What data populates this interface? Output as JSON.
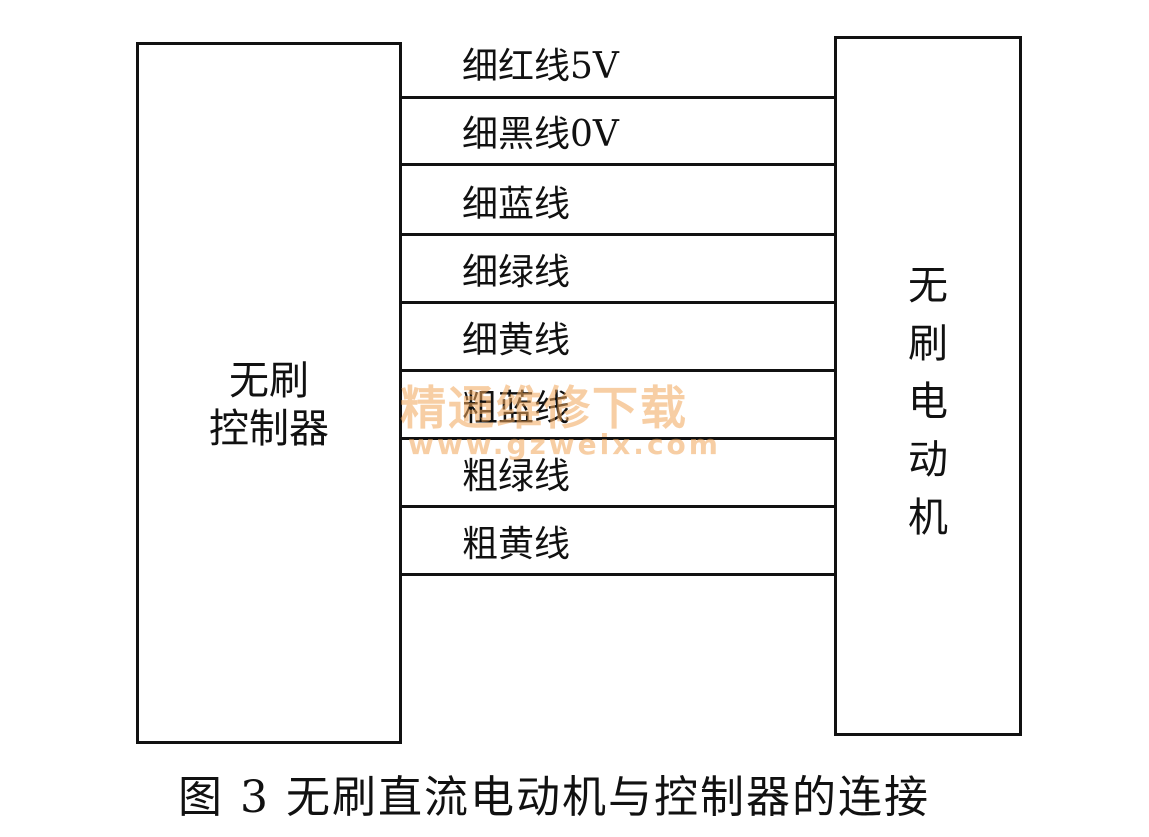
{
  "controller": {
    "label_line1": "无刷",
    "label_line2": "控制器"
  },
  "motor": {
    "label_chars": [
      "无",
      "刷",
      "电",
      "动",
      "机"
    ]
  },
  "wires": [
    {
      "label": "细红线5V"
    },
    {
      "label": "细黑线0V"
    },
    {
      "label": "细蓝线"
    },
    {
      "label": "细绿线"
    },
    {
      "label": "细黄线"
    },
    {
      "label": "粗蓝线"
    },
    {
      "label": "粗绿线"
    },
    {
      "label": "粗黄线"
    }
  ],
  "watermark": {
    "title": "精通维修下载",
    "url": "www.gzweix.com"
  },
  "caption": "图 3  无刷直流电动机与控制器的连接"
}
